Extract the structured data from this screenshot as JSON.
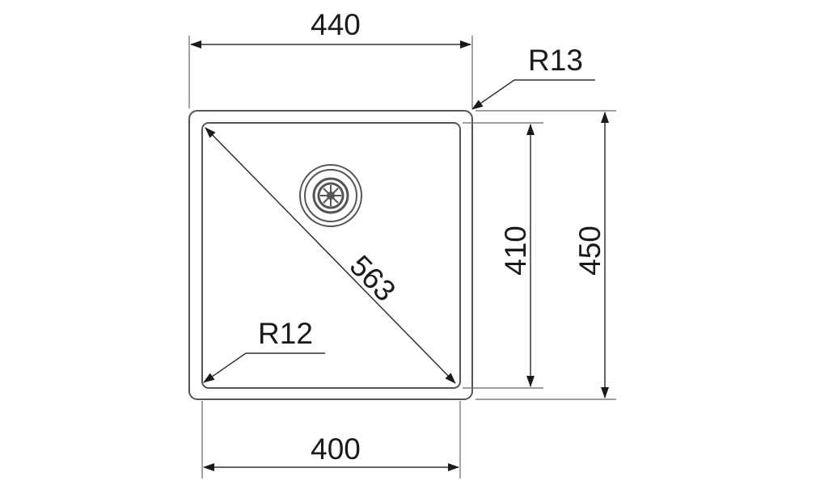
{
  "drawing": {
    "dimensions": {
      "outer_width": "440",
      "inner_width": "400",
      "inner_height": "410",
      "outer_height": "450",
      "diagonal": "563",
      "outer_radius": "R13",
      "inner_radius": "R12"
    },
    "colors": {
      "outline": "#555555",
      "dimension_line": "#333333",
      "text": "#1a1a1a",
      "background": "#ffffff"
    },
    "icons": {
      "drain": "sink-drain-icon"
    }
  }
}
